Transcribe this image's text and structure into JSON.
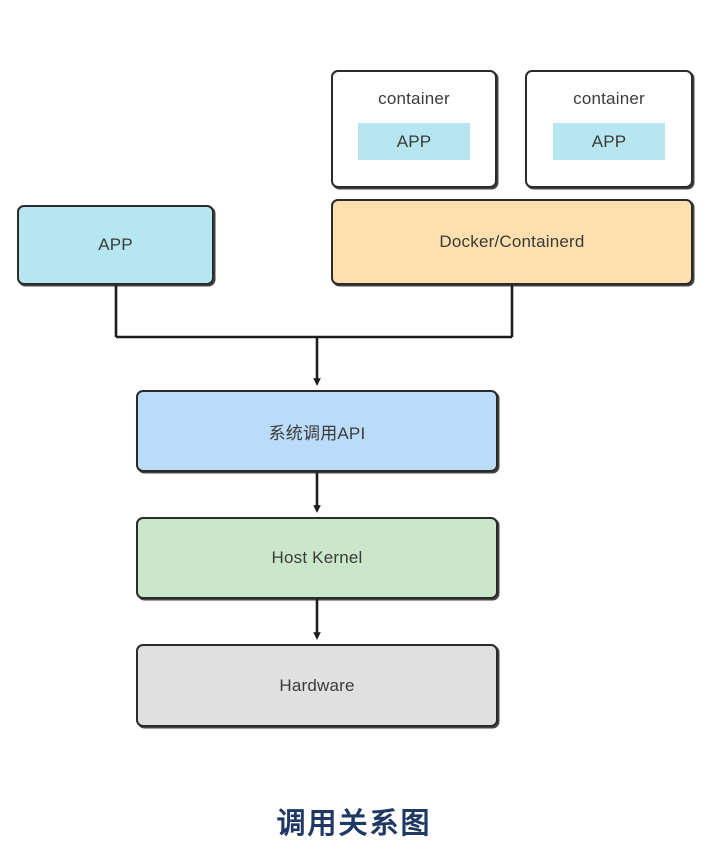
{
  "diagram": {
    "caption": "调用关系图",
    "caption_color": "#1f3864",
    "background": "#ffffff",
    "stroke_color": "#2b2b2b",
    "nodes": [
      {
        "id": "container-1",
        "label": "container",
        "inner_label": "APP",
        "fill": "#ffffff",
        "inner_fill": "#b6e6ef"
      },
      {
        "id": "container-2",
        "label": "container",
        "inner_label": "APP",
        "fill": "#ffffff",
        "inner_fill": "#b6e6ef"
      },
      {
        "id": "docker",
        "label": "Docker/Containerd",
        "fill": "#fde0ad"
      },
      {
        "id": "app-host",
        "label": "APP",
        "fill": "#b6e6ef"
      },
      {
        "id": "syscall",
        "label": "系统调用API",
        "fill": "#bbdcf8"
      },
      {
        "id": "kernel",
        "label": "Host Kernel",
        "fill": "#cbe7ca"
      },
      {
        "id": "hardware",
        "label": "Hardware",
        "fill": "#e0e0e0"
      }
    ],
    "edges": [
      {
        "from": "app-host",
        "to": "syscall",
        "style": "elbow-merge"
      },
      {
        "from": "docker",
        "to": "syscall",
        "style": "elbow-merge"
      },
      {
        "from": "syscall",
        "to": "kernel",
        "style": "straight-arrow"
      },
      {
        "from": "kernel",
        "to": "hardware",
        "style": "straight-arrow"
      }
    ]
  }
}
